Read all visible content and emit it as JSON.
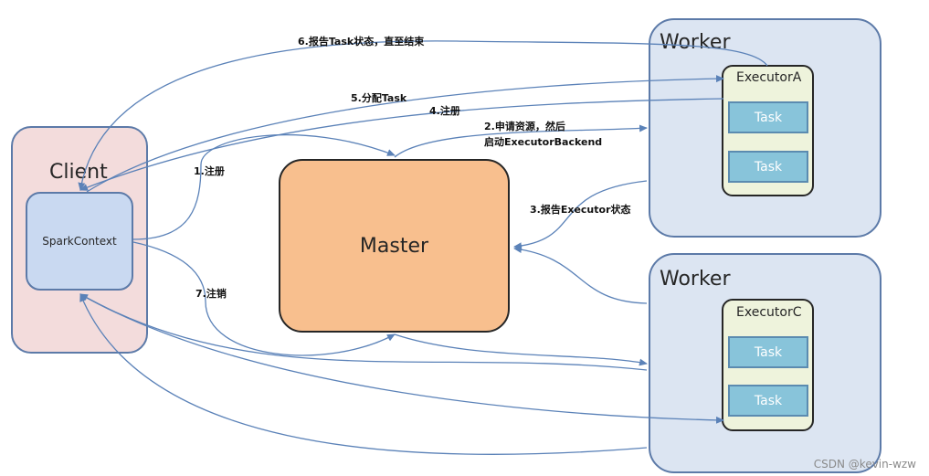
{
  "nodes": {
    "client": "Client",
    "spark_context": "SparkContext",
    "master": "Master",
    "worker_a": "Worker",
    "worker_c": "Worker",
    "executor_a": "ExecutorA",
    "executor_c": "ExecutorC",
    "tasks_a": [
      "Task",
      "Task"
    ],
    "tasks_c": [
      "Task",
      "Task"
    ]
  },
  "edges": {
    "register": "1.注册",
    "apply_line1": "2.申请资源，然后",
    "apply_line2": "启动ExecutorBackend",
    "report_status": "3.报告Executor状态",
    "register_exec": "4.注册",
    "assign_task": "5.分配Task",
    "report_task": "6.报告Task状态，直至结束",
    "unregister": "7.注销"
  },
  "colors": {
    "arrow": "#5b82b8",
    "client_fill": "#f3dcdc",
    "master_fill": "#f8bf8e",
    "worker_fill": "#dce5f2",
    "executor_fill": "#eef3dc",
    "task_fill": "#88c4da"
  },
  "watermark": "CSDN @kevin-wzw"
}
